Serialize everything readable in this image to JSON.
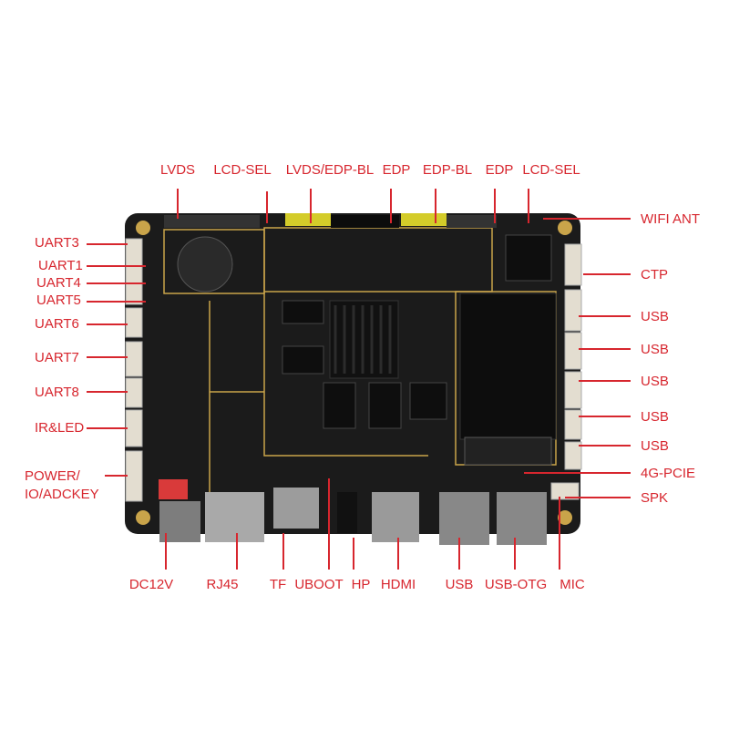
{
  "colors": {
    "label": "#d7262e",
    "board": "#1b1b1b",
    "trace": "#c9a44a"
  },
  "labels": {
    "top": [
      "LVDS",
      "LCD-SEL",
      "LVDS/EDP-BL",
      "EDP",
      "EDP-BL",
      "EDP",
      "LCD-SEL"
    ],
    "left": [
      "UART3",
      "UART1",
      "UART4",
      "UART5",
      "UART6",
      "UART7",
      "UART8",
      "IR&LED",
      "POWER/",
      "IO/ADCKEY"
    ],
    "right": [
      "WIFI ANT",
      "CTP",
      "USB",
      "USB",
      "USB",
      "USB",
      "USB",
      "4G-PCIE",
      "SPK"
    ],
    "bottom": [
      "DC12V",
      "RJ45",
      "TF",
      "UBOOT",
      "HP",
      "HDMI",
      "USB",
      "USB-OTG",
      "MIC"
    ]
  }
}
